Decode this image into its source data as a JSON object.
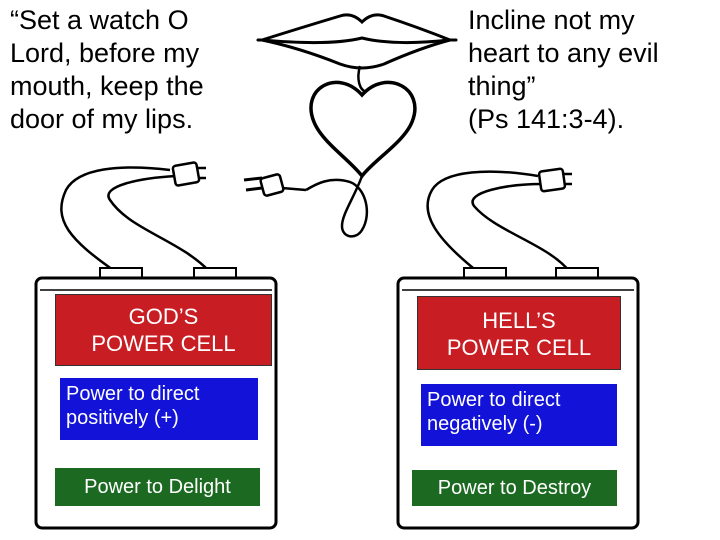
{
  "quote": {
    "left_lines": [
      "“Set a watch O",
      "Lord, before my",
      "mouth, keep the",
      "door of my lips."
    ],
    "right_lines": [
      "Incline not my",
      "heart to any evil",
      "thing”",
      "(Ps 141:3-4)."
    ]
  },
  "cells": [
    {
      "title_lines": [
        "GOD’S",
        "POWER CELL"
      ],
      "direct_lines": [
        "Power to direct",
        "positively (+)"
      ],
      "action": "Power to Delight"
    },
    {
      "title_lines": [
        "HELL’S",
        "POWER CELL"
      ],
      "direct_lines": [
        "Power to direct",
        "negatively (-)"
      ],
      "action": "Power to Destroy"
    }
  ],
  "colors": {
    "title_bg": "#c81d23",
    "direct_bg": "#1212d8",
    "action_bg": "#1c6a22"
  },
  "icons": [
    "lips-icon",
    "heart-icon",
    "plug-icon",
    "battery-icon"
  ]
}
